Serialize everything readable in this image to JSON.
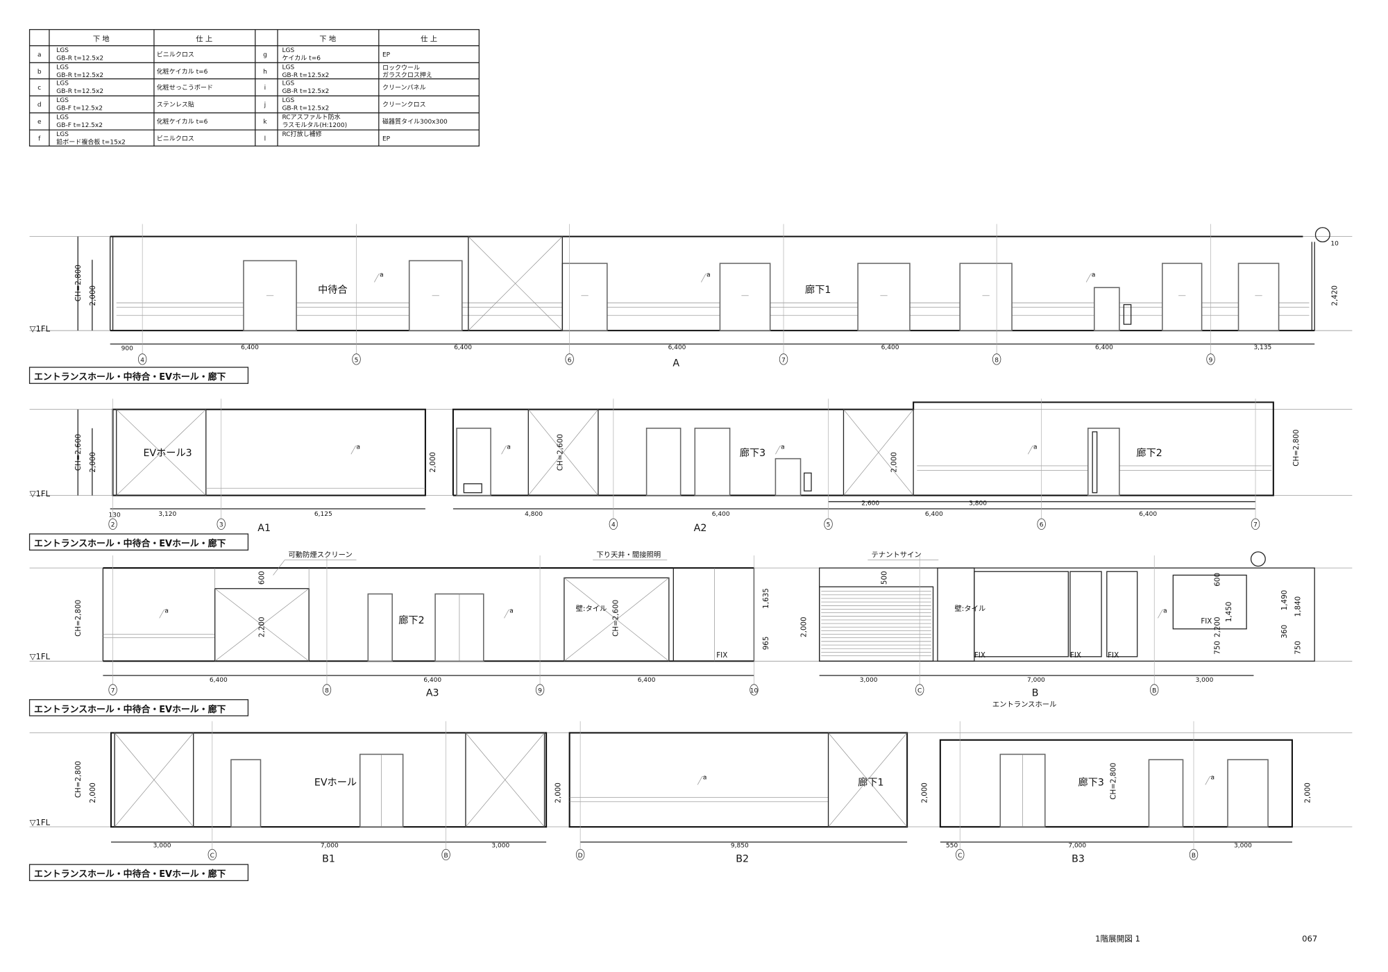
{
  "finish_table": {
    "headers": {
      "base": "下 地",
      "finish": "仕 上"
    },
    "left": [
      {
        "key": "a",
        "base1": "LGS",
        "base2": "GB-R t=12.5x2",
        "finish1": "ビニルクロス",
        "finish2": ""
      },
      {
        "key": "b",
        "base1": "LGS",
        "base2": "GB-R t=12.5x2",
        "finish1": "化粧ケイカル t=6",
        "finish2": ""
      },
      {
        "key": "c",
        "base1": "LGS",
        "base2": "GB-R t=12.5x2",
        "finish1": "化粧せっこうボード",
        "finish2": ""
      },
      {
        "key": "d",
        "base1": "LGS",
        "base2": "GB-F t=12.5x2",
        "finish1": "ステンレス貼",
        "finish2": ""
      },
      {
        "key": "e",
        "base1": "LGS",
        "base2": "GB-F t=12.5x2",
        "finish1": "化粧ケイカル t=6",
        "finish2": ""
      },
      {
        "key": "f",
        "base1": "LGS",
        "base2": "鉛ボード複合板 t=15x2",
        "finish1": "ビニルクロス",
        "finish2": ""
      }
    ],
    "right": [
      {
        "key": "g",
        "base1": "LGS",
        "base2": "ケイカル t=6",
        "finish1": "EP",
        "finish2": ""
      },
      {
        "key": "h",
        "base1": "LGS",
        "base2": "GB-R t=12.5x2",
        "finish1": "ロックウール",
        "finish2": "ガラスクロス押え"
      },
      {
        "key": "i",
        "base1": "LGS",
        "base2": "GB-R t=12.5x2",
        "finish1": "クリーンパネル",
        "finish2": ""
      },
      {
        "key": "j",
        "base1": "LGS",
        "base2": "GB-R t=12.5x2",
        "finish1": "クリーンクロス",
        "finish2": ""
      },
      {
        "key": "k",
        "base1": "RCアスファルト防水",
        "base2": "ラスモルタル(H:1200)",
        "finish1": "磁器質タイル300x300",
        "finish2": ""
      },
      {
        "key": "l",
        "base1": "RC打放し補修",
        "base2": "",
        "finish1": "EP",
        "finish2": ""
      }
    ]
  },
  "common": {
    "fl": "▽1FL",
    "section_title": "エントランスホール・中待合・EVホール・廊下",
    "callout_a": "a",
    "ch2800": "CH=2,800",
    "ch2600": "CH=2,600",
    "h2000": "2,000",
    "fix": "FIX"
  },
  "elev_A": {
    "label": "A",
    "rooms": [
      "中待合",
      "廊下1"
    ],
    "h2420": "2,420",
    "h10": "10",
    "dims": [
      "900",
      "6,400",
      "6,400",
      "6,400",
      "6,400",
      "6,400",
      "3,135"
    ],
    "grids": [
      "4",
      "5",
      "6",
      "7",
      "8",
      "9"
    ]
  },
  "elev_A1": {
    "label": "A1",
    "room": "EVホール3",
    "dims": [
      "130",
      "3,120",
      "6,125"
    ],
    "grids": [
      "2",
      "3"
    ]
  },
  "elev_A2": {
    "label": "A2",
    "rooms": [
      "廊下3",
      "廊下2"
    ],
    "dims": [
      "4,800",
      "6,400",
      "2,600",
      "3,800",
      "6,400",
      "6,400"
    ],
    "grids": [
      "4",
      "5",
      "6",
      "7"
    ]
  },
  "elev_A3": {
    "label": "A3",
    "notes": [
      "可動防煙スクリーン",
      "下り天井・間接照明",
      "壁:タイル"
    ],
    "room": "廊下2",
    "heights": [
      "600",
      "2,200",
      "1,635",
      "965"
    ],
    "dims": [
      "6,400",
      "6,400",
      "6,400"
    ],
    "grids": [
      "7",
      "8",
      "9",
      "10"
    ]
  },
  "elev_B": {
    "label": "B",
    "sublabel": "エントランスホール",
    "notes": [
      "テナントサイン",
      "壁:タイル"
    ],
    "heights": [
      "500",
      "600",
      "1,450",
      "2,200",
      "750",
      "1,490",
      "1,840",
      "360",
      "750"
    ],
    "dims": [
      "3,000",
      "7,000",
      "3,000"
    ],
    "grids": [
      "C",
      "B"
    ]
  },
  "elev_B1": {
    "label": "B1",
    "room": "EVホール",
    "dims": [
      "3,000",
      "7,000",
      "3,000"
    ],
    "grids": [
      "C",
      "B"
    ]
  },
  "elev_B2": {
    "label": "B2",
    "room": "廊下1",
    "dims": [
      "9,850"
    ],
    "grids": [
      "D"
    ]
  },
  "elev_B3": {
    "label": "B3",
    "room": "廊下3",
    "dims": [
      "550",
      "7,000",
      "3,000"
    ],
    "grids": [
      "C",
      "B"
    ]
  },
  "footer": {
    "drawing_title": "1階展開図 1",
    "page_number": "067"
  }
}
